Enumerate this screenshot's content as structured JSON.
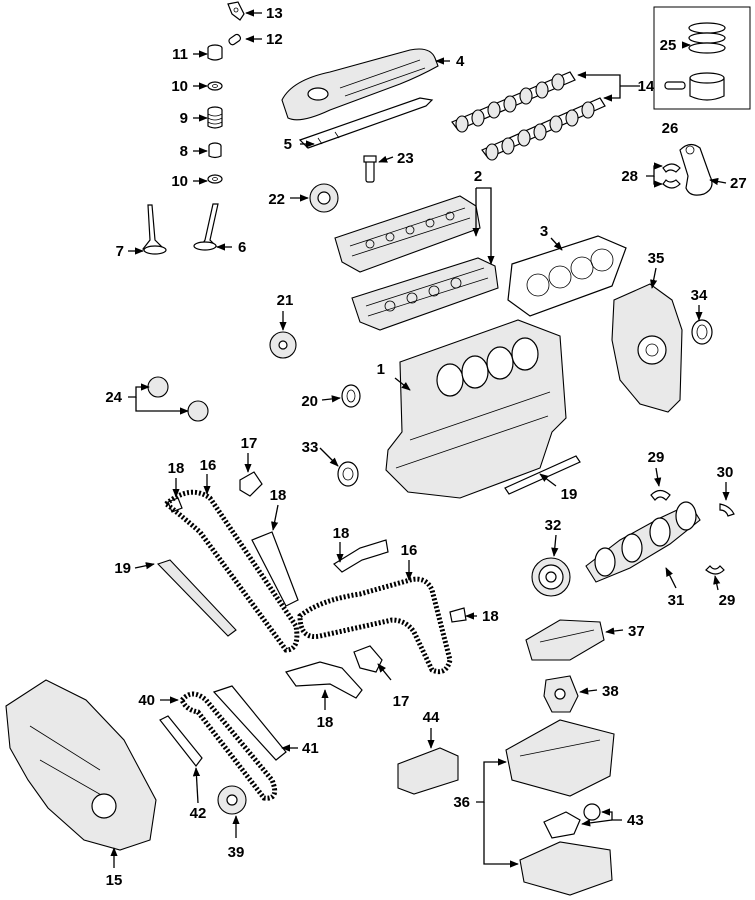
{
  "callouts": [
    {
      "id": "1",
      "text": "1"
    },
    {
      "id": "2",
      "text": "2"
    },
    {
      "id": "3",
      "text": "3"
    },
    {
      "id": "4",
      "text": "4"
    },
    {
      "id": "5",
      "text": "5"
    },
    {
      "id": "6",
      "text": "6"
    },
    {
      "id": "7",
      "text": "7"
    },
    {
      "id": "8",
      "text": "8"
    },
    {
      "id": "9",
      "text": "9"
    },
    {
      "id": "10a",
      "text": "10"
    },
    {
      "id": "10b",
      "text": "10"
    },
    {
      "id": "11",
      "text": "11"
    },
    {
      "id": "12",
      "text": "12"
    },
    {
      "id": "13",
      "text": "13"
    },
    {
      "id": "14",
      "text": "14"
    },
    {
      "id": "15",
      "text": "15"
    },
    {
      "id": "16a",
      "text": "16"
    },
    {
      "id": "16b",
      "text": "16"
    },
    {
      "id": "17a",
      "text": "17"
    },
    {
      "id": "17b",
      "text": "17"
    },
    {
      "id": "18a",
      "text": "18"
    },
    {
      "id": "18b",
      "text": "18"
    },
    {
      "id": "18c",
      "text": "18"
    },
    {
      "id": "18d",
      "text": "18"
    },
    {
      "id": "18e",
      "text": "18"
    },
    {
      "id": "19a",
      "text": "19"
    },
    {
      "id": "19b",
      "text": "19"
    },
    {
      "id": "20",
      "text": "20"
    },
    {
      "id": "21",
      "text": "21"
    },
    {
      "id": "22",
      "text": "22"
    },
    {
      "id": "23",
      "text": "23"
    },
    {
      "id": "24",
      "text": "24"
    },
    {
      "id": "25",
      "text": "25"
    },
    {
      "id": "26",
      "text": "26"
    },
    {
      "id": "27",
      "text": "27"
    },
    {
      "id": "28",
      "text": "28"
    },
    {
      "id": "29a",
      "text": "29"
    },
    {
      "id": "29b",
      "text": "29"
    },
    {
      "id": "30",
      "text": "30"
    },
    {
      "id": "31",
      "text": "31"
    },
    {
      "id": "32",
      "text": "32"
    },
    {
      "id": "33",
      "text": "33"
    },
    {
      "id": "34",
      "text": "34"
    },
    {
      "id": "35",
      "text": "35"
    },
    {
      "id": "36",
      "text": "36"
    },
    {
      "id": "37",
      "text": "37"
    },
    {
      "id": "38",
      "text": "38"
    },
    {
      "id": "39",
      "text": "39"
    },
    {
      "id": "40",
      "text": "40"
    },
    {
      "id": "41",
      "text": "41"
    },
    {
      "id": "42",
      "text": "42"
    },
    {
      "id": "43",
      "text": "43"
    },
    {
      "id": "44",
      "text": "44"
    }
  ]
}
